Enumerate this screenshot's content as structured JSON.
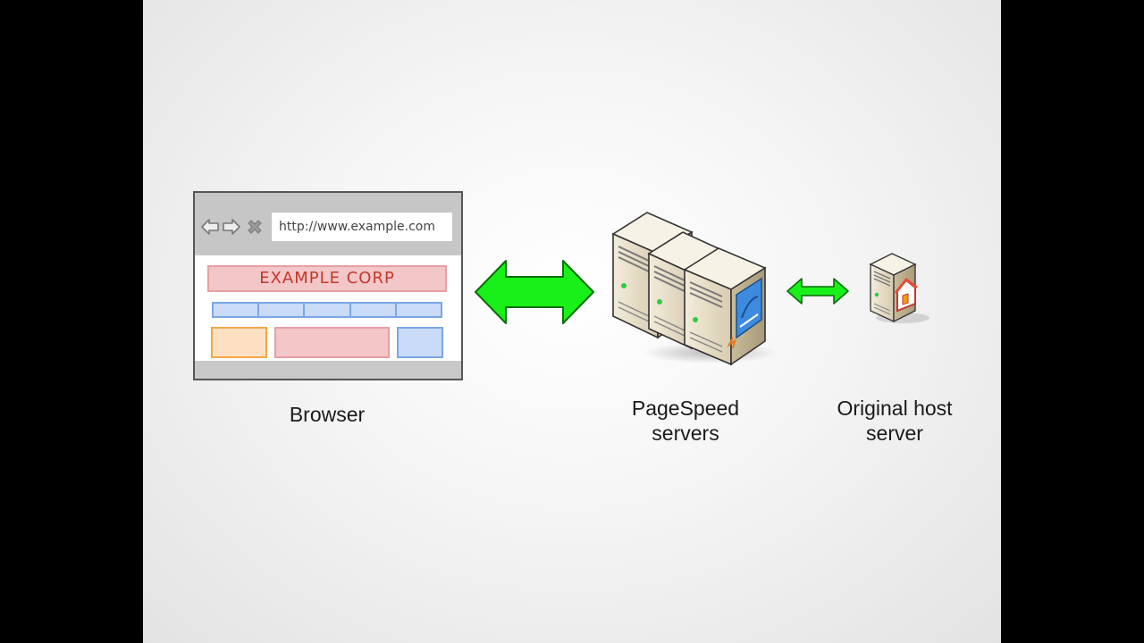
{
  "browser": {
    "url": "http://www.example.com",
    "banner_text": "EXAMPLE CORP",
    "label": "Browser"
  },
  "pagespeed": {
    "label_line1": "PageSpeed",
    "label_line2": "servers"
  },
  "origin": {
    "label_line1": "Original host",
    "label_line2": "server"
  },
  "colors": {
    "arrow_green": "#19f019",
    "banner_red": "#c0392b",
    "nav_blue": "#7aa7e6",
    "box_orange": "#f0a64a",
    "server_beige": "#ede4cf",
    "badge_blue": "#3d8be0"
  },
  "icons": [
    "back-arrow-icon",
    "forward-arrow-icon",
    "close-icon",
    "server-rack-icon",
    "pagespeed-gauge-icon",
    "home-icon"
  ]
}
